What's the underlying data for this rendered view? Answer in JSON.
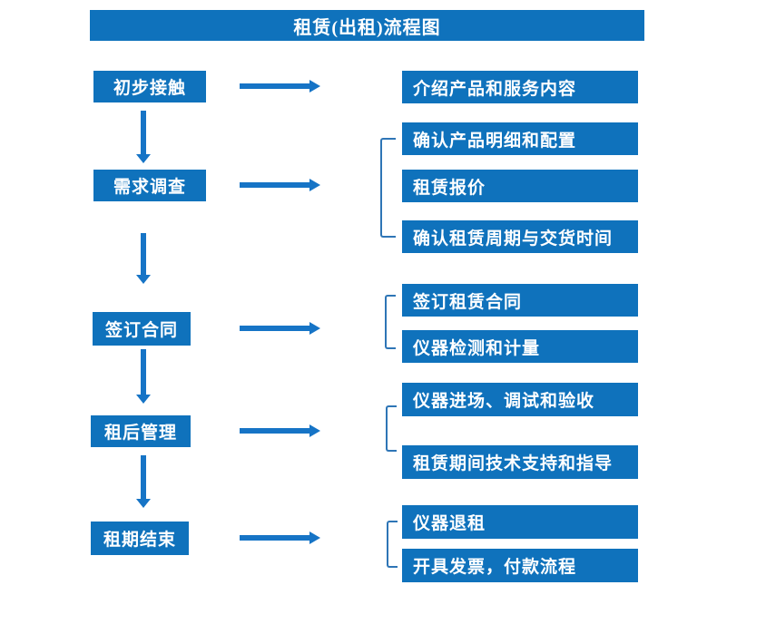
{
  "title": "租赁(出租)流程图",
  "colors": {
    "box_blue": "#0F72BC",
    "arrow_blue": "#1674C6",
    "bracket_blue": "#2E75B6",
    "text_white": "#FFFFFF"
  },
  "steps": [
    {
      "label": "初步接触",
      "details": [
        "介绍产品和服务内容"
      ]
    },
    {
      "label": "需求调查",
      "details": [
        "确认产品明细和配置",
        "租赁报价",
        "确认租赁周期与交货时间"
      ]
    },
    {
      "label": "签订合同",
      "details": [
        "签订租赁合同",
        "仪器检测和计量"
      ]
    },
    {
      "label": "租后管理",
      "details": [
        "仪器进场、调试和验收",
        "租赁期间技术支持和指导"
      ]
    },
    {
      "label": "租期结束",
      "details": [
        "仪器退租",
        "开具发票，付款流程"
      ]
    }
  ]
}
